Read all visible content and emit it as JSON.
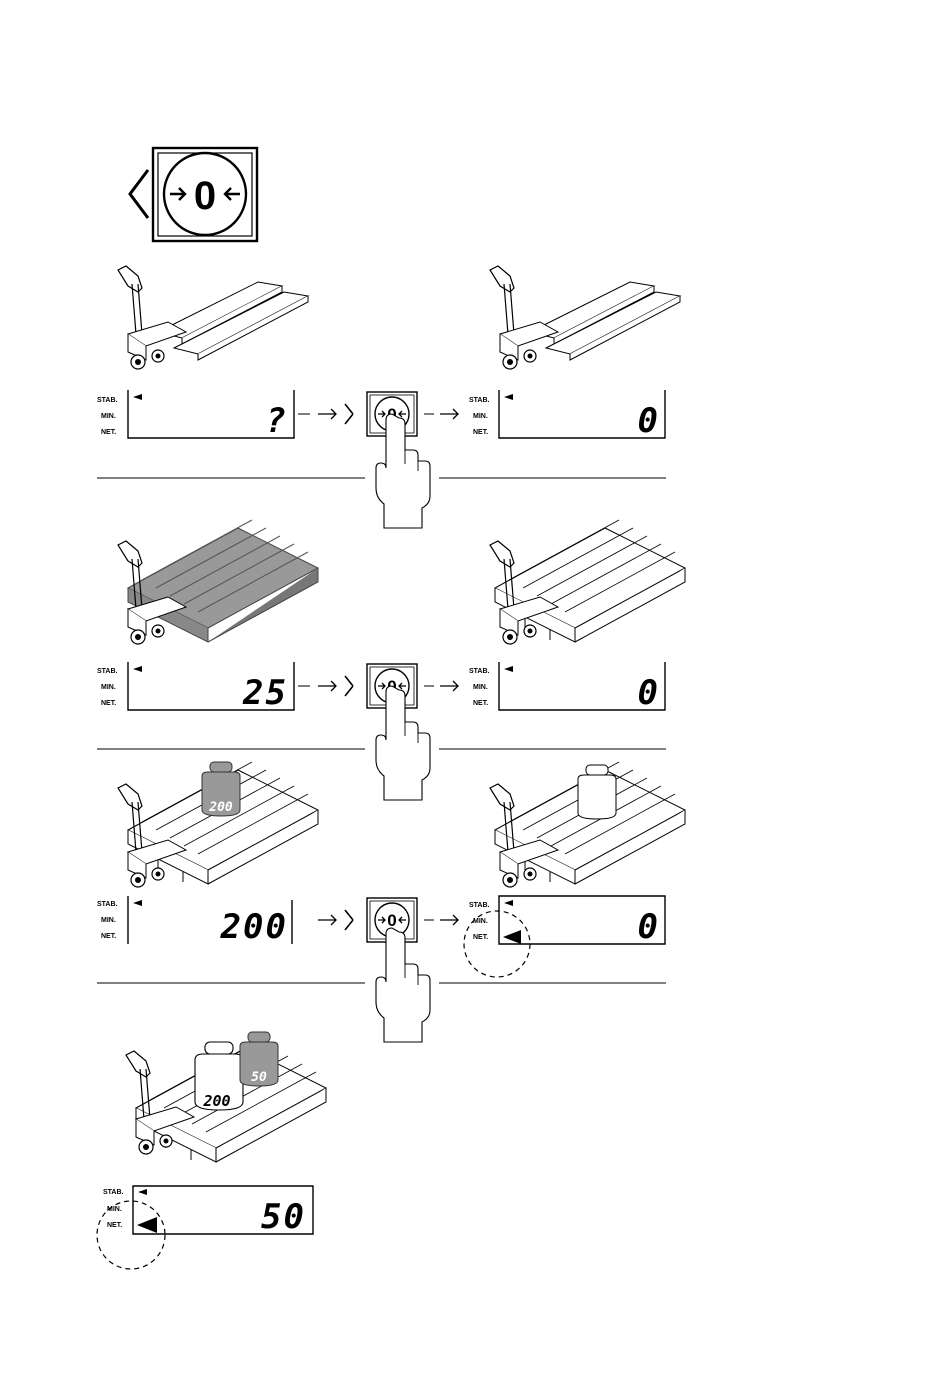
{
  "zero_button": {
    "label": "0"
  },
  "display_labels": {
    "stab": "STAB.",
    "min": "MIN.",
    "net": "NET."
  },
  "steps": [
    {
      "before": "?",
      "after": "0"
    },
    {
      "before": "25",
      "after": "0"
    },
    {
      "before": "200",
      "after": "0"
    },
    {
      "final": "50"
    }
  ],
  "weights": {
    "big": "200",
    "small": "50"
  }
}
